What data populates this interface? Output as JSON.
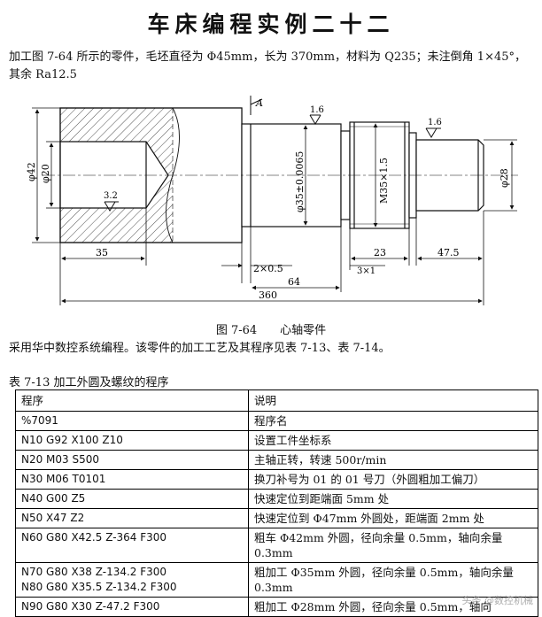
{
  "title": "车床编程实例二十二",
  "intro": "加工图 7-64 所示的零件，毛坯直径为 Φ45mm，长为 370mm，材料为 Q235；未注倒角 1×45°，其余 Ra12.5",
  "drawing": {
    "section_mark": "A",
    "roughness_16a": "1.6",
    "roughness_16b": "1.6",
    "roughness_32": "3.2",
    "dims": {
      "d42": "φ42",
      "d20": "φ20",
      "d35": "φ35±0.0065",
      "m35": "M35×1.5",
      "d28": "φ28",
      "l35": "35",
      "groove2": "2×0.5",
      "groove3": "3×1",
      "l23": "23",
      "l475": "47.5",
      "l64": "64",
      "l360": "360"
    }
  },
  "caption": "图 7-64　　心轴零件",
  "after_text": "采用华中数控系统编程。该零件的加工工艺及其程序见表 7-13、表 7-14。",
  "table_title": "表 7-13 加工外圆及螺纹的程序",
  "table": {
    "headers": [
      "程序",
      "说明"
    ],
    "rows": [
      {
        "code": "%7091",
        "desc": "程序名"
      },
      {
        "code": "N10  G92  X100  Z10",
        "desc": "设置工件坐标系"
      },
      {
        "code": "N20  M03  S500",
        "desc": "主轴正转，转速 500r/min"
      },
      {
        "code": "N30  M06  T0101",
        "desc": "换刀补号为 01 的 01 号刀（外圆粗加工偏刀）"
      },
      {
        "code": "N40  G00  Z5",
        "desc": "快速定位到距端面 5mm 处"
      },
      {
        "code": "N50  X47  Z2",
        "desc": "快速定位到 Φ47mm 外圆处，距端面 2mm 处"
      },
      {
        "code": "N60  G80  X42.5  Z-364  F300",
        "desc": "粗车 Φ42mm 外圆，径向余量 0.5mm，轴向余量 0.3mm"
      },
      {
        "code": "N70  G80  X38  Z-134.2  F300",
        "code2": "N80  G80  X35.5  Z-134.2  F300",
        "desc": "粗加工 Φ35mm 外圆，径向余量 0.5mm，轴向余量 0.3mm"
      },
      {
        "code": "N90  G80  X30  Z-47.2  F300",
        "desc": "粗加工 Φ28mm 外圆，径向余量 0.5mm，轴向"
      }
    ]
  },
  "watermark": "头条 @数控机械"
}
